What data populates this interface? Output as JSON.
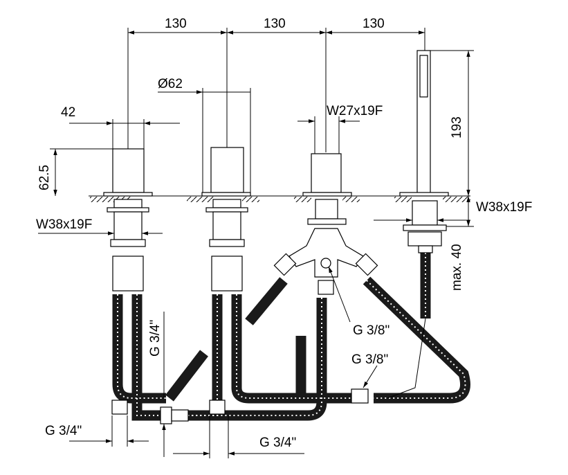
{
  "dimensions": {
    "spacing_1": "130",
    "spacing_2": "130",
    "spacing_3": "130",
    "handle_diameter": "Ø62",
    "handle_width": "42",
    "handle_height": "62.5",
    "valve_wrench": "W27x19F",
    "shower_height": "193",
    "wrench_left": "W38x19F",
    "wrench_right": "W38x19F",
    "max_thickness": "max. 40"
  },
  "connections": {
    "g38_top": "G 3/8\"",
    "g38_bottom": "G 3/8\"",
    "g34_vertical": "G 3/4\"",
    "g34_left": "G 3/4\"",
    "g34_bottom": "G 3/4\""
  }
}
